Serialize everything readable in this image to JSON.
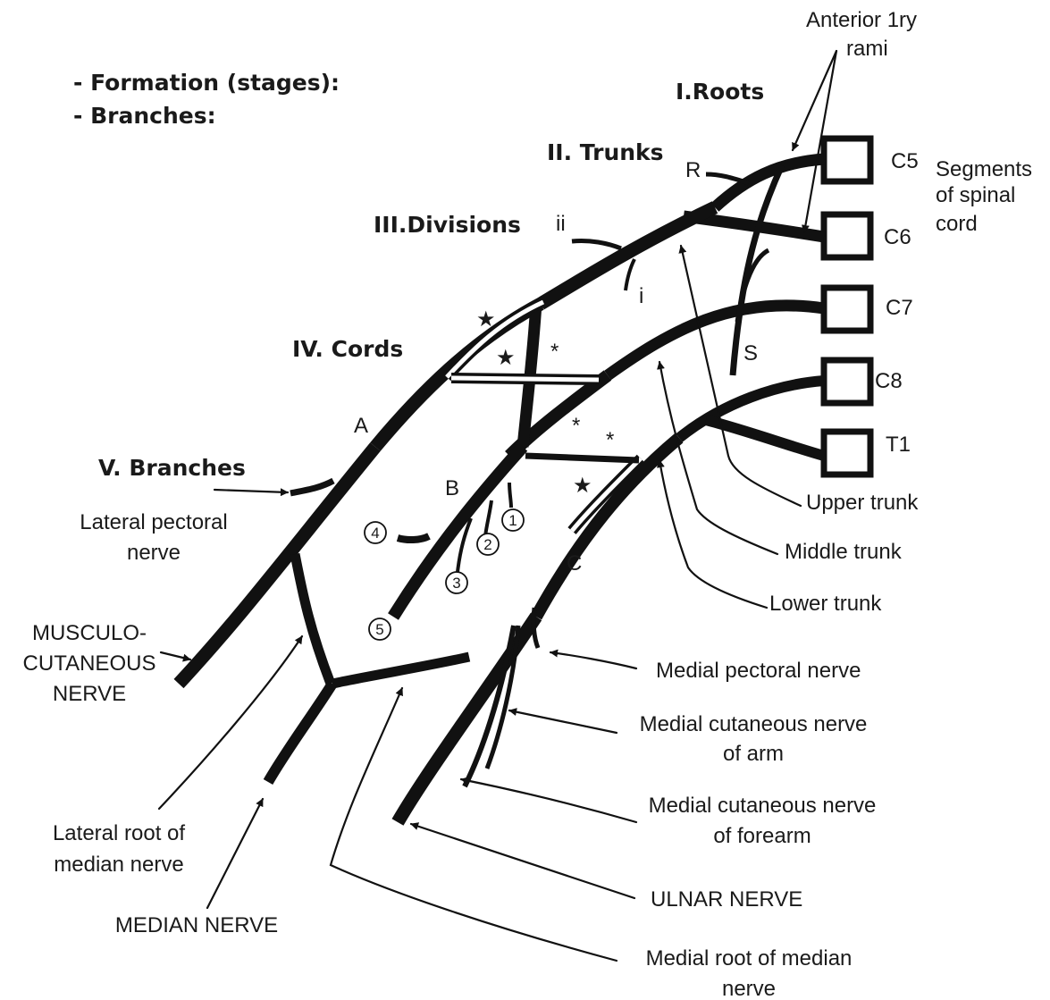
{
  "headings": {
    "formation": "- Formation (stages):",
    "branches": "- Branches:",
    "roots": "I.Roots",
    "trunks": "II. Trunks",
    "divisions": "III.Divisions",
    "cords": "IV. Cords",
    "branches_stage": "V. Branches"
  },
  "segments": {
    "c5": "C5",
    "c6": "C6",
    "c7": "C7",
    "c8": "C8",
    "t1": "T1"
  },
  "letters": {
    "r": "R",
    "s": "S",
    "ii": "ii",
    "i": "i",
    "a": "A",
    "b": "B",
    "c": "C",
    "star": "★",
    "asterisk": "*"
  },
  "numbers": {
    "n1": "1",
    "n2": "2",
    "n3": "3",
    "n4": "4",
    "n5": "5"
  },
  "labels": {
    "anterior_1": "Anterior 1ry",
    "anterior_2": "rami",
    "segments_1": "Segments",
    "segments_2": "of spinal",
    "segments_3": "cord",
    "upper_trunk": "Upper trunk",
    "middle_trunk": "Middle trunk",
    "lower_trunk": "Lower trunk",
    "lateral_pectoral_1": "Lateral pectoral",
    "lateral_pectoral_2": "nerve",
    "musculo_1": "MUSCULO-",
    "musculo_2": "CUTANEOUS",
    "musculo_3": "NERVE",
    "medial_pectoral": "Medial pectoral nerve",
    "med_cut_arm_1": "Medial cutaneous nerve",
    "med_cut_arm_2": "of arm",
    "med_cut_forearm_1": "Medial cutaneous nerve",
    "med_cut_forearm_2": "of forearm",
    "lateral_root_1": "Lateral root of",
    "lateral_root_2": "median nerve",
    "median_nerve": "MEDIAN NERVE",
    "ulnar_nerve": "ULNAR NERVE",
    "medial_root_1": "Medial root of median",
    "medial_root_2": "nerve"
  }
}
